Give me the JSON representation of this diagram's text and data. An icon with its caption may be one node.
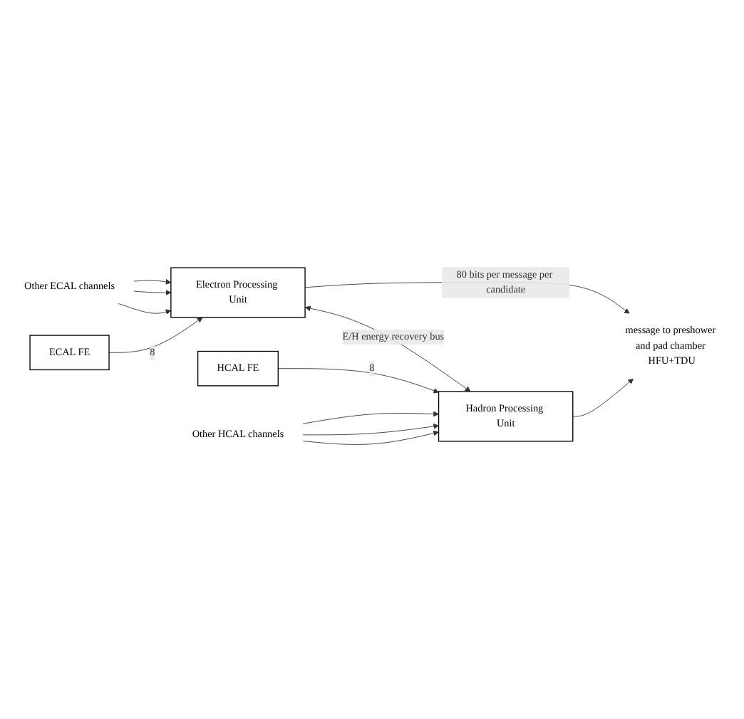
{
  "diagram": {
    "nodes": [
      {
        "text": [
          "ECAL FE"
        ]
      },
      {
        "text": [
          "Electron Processing Unit"
        ]
      },
      {
        "text": [
          "Other ECAL channels"
        ]
      },
      {
        "text": [
          "HCAL FE"
        ]
      },
      {
        "text": [
          "Hadron Processing Unit"
        ]
      },
      {
        "text": [
          "Other HCAL channels"
        ]
      },
      {
        "text": [
          "message to preshower and pad chamber HFU+TDU"
        ]
      }
    ],
    "edges": [
      {
        "from": 0,
        "to": 1,
        "arrow": "to",
        "label": "8"
      },
      {
        "from": 2,
        "to": 1,
        "arrow": "to"
      },
      {
        "from": 2,
        "to": 1,
        "arrow": "to"
      },
      {
        "from": 2,
        "to": 1,
        "arrow": "to"
      },
      {
        "from": 3,
        "to": 4,
        "arrow": "to",
        "label": "8"
      },
      {
        "from": 5,
        "to": 4,
        "arrow": "to"
      },
      {
        "from": 5,
        "to": 4,
        "arrow": "to"
      },
      {
        "from": 5,
        "to": 4,
        "arrow": "to"
      },
      {
        "from": 1,
        "to": 4,
        "arrow": "both",
        "label": "E/H energy recovery bus"
      },
      {
        "from": 1,
        "to": 6,
        "arrow": "to",
        "label": "80 bits per message per candidate"
      },
      {
        "from": 4,
        "to": 6,
        "arrow": "to"
      }
    ]
  }
}
